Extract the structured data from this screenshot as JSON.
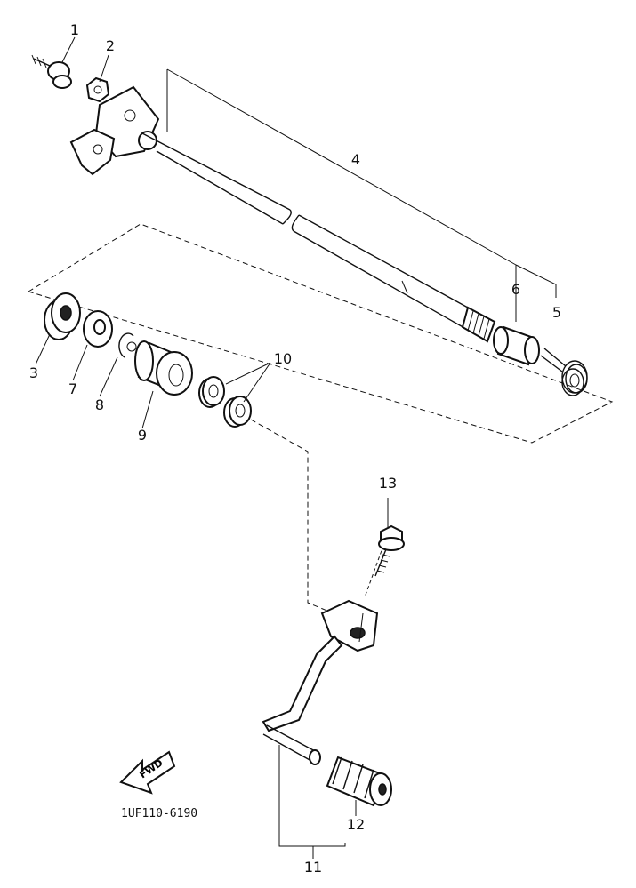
{
  "diagram": {
    "code": "1UF110-6190",
    "fwd_label": "FWD",
    "callouts": [
      "1",
      "2",
      "3",
      "4",
      "5",
      "6",
      "7",
      "8",
      "9",
      "10",
      "11",
      "12",
      "13"
    ],
    "parts": [
      {
        "ref": "1",
        "icon": "bolt-icon"
      },
      {
        "ref": "2",
        "icon": "nut-icon"
      },
      {
        "ref": "3",
        "icon": "washer-icon"
      },
      {
        "ref": "4",
        "icon": "shift-shaft-icon"
      },
      {
        "ref": "5",
        "icon": "spring-icon"
      },
      {
        "ref": "6",
        "icon": "collar-icon"
      },
      {
        "ref": "7",
        "icon": "washer-icon"
      },
      {
        "ref": "8",
        "icon": "circlip-icon"
      },
      {
        "ref": "9",
        "icon": "collar-icon"
      },
      {
        "ref": "10",
        "icon": "oil-seal-icon"
      },
      {
        "ref": "11",
        "icon": "shift-pedal-icon"
      },
      {
        "ref": "12",
        "icon": "pedal-rubber-icon"
      },
      {
        "ref": "13",
        "icon": "bolt-icon"
      }
    ]
  }
}
